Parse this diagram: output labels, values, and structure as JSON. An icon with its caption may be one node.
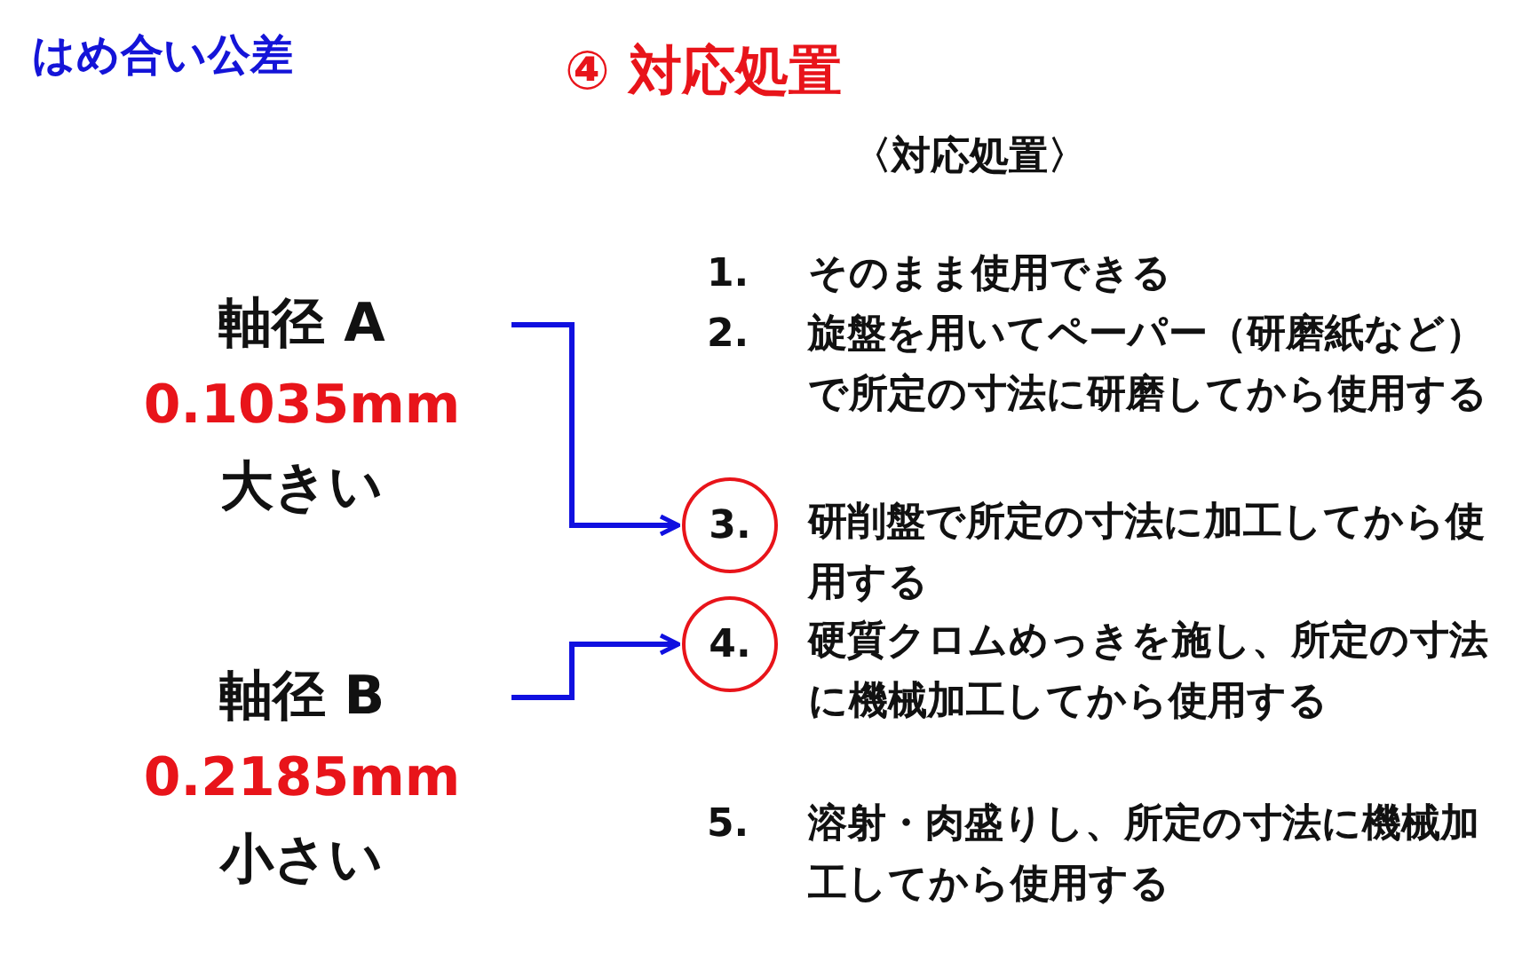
{
  "diagram": {
    "title": "④ 対応処置",
    "nodes": [
      {
        "text": [
          "軸径 A",
          "0.1035mm",
          "大きい"
        ]
      },
      {
        "text": [
          "軸径 B",
          "0.2185mm",
          "小さい"
        ]
      },
      {
        "text": [
          "3."
        ]
      },
      {
        "text": [
          "4."
        ]
      }
    ],
    "edges": [
      {
        "from": 0,
        "to": 2,
        "arrow": "to"
      },
      {
        "from": 1,
        "to": 3,
        "arrow": "to"
      }
    ],
    "labels": [
      "はめ合い公差",
      "〈対応処置〉",
      "1.",
      "そのまま使用できる",
      "2.",
      "旋盤を用いてペーパー（研磨紙など）で所定の寸法に研磨してから使用する",
      "研削盤で所定の寸法に加工してから使用する",
      "硬質クロムめっきを施し、所定の寸法に機械加工してから使用する",
      "5.",
      "溶射・肉盛りし、所定の寸法に機械加工してから使用する"
    ]
  }
}
